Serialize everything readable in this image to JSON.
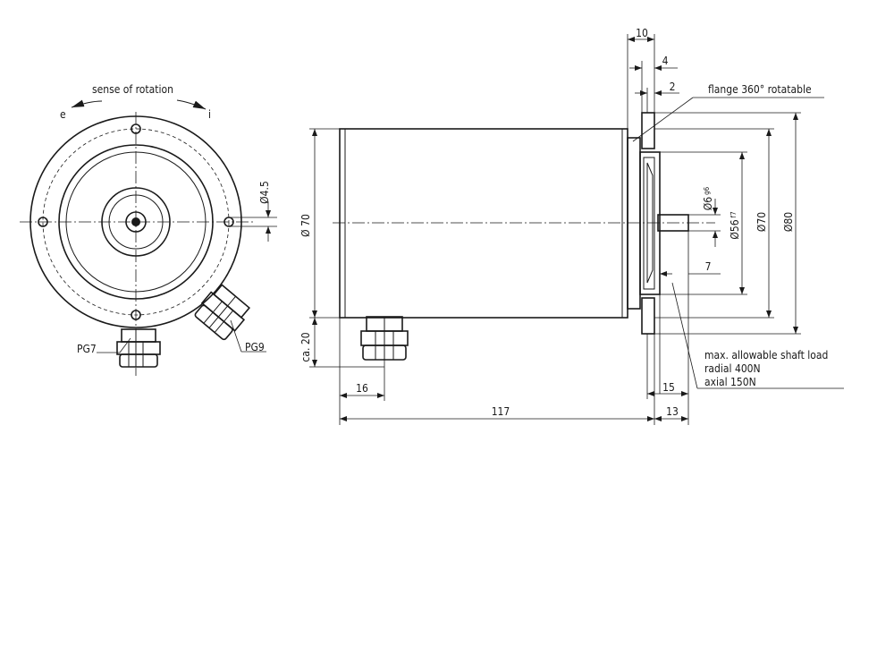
{
  "colors": {
    "body_fill": "#d9d9d9",
    "line": "#1a1a1a",
    "background": "#ffffff"
  },
  "front_view": {
    "rotation_label": "sense of rotation",
    "dir_left": "e",
    "dir_right": "i",
    "hole_dim": "4.5",
    "gland_left_label": "PG7",
    "gland_right_label": "PG9"
  },
  "side_view": {
    "body_dia": "70",
    "cable_height": "ca. 20",
    "gland_offset": "16",
    "total_length": "117",
    "dim_10": "10",
    "dim_4": "4",
    "dim_2": "2",
    "flange_label": "flange 360° rotatable",
    "shaft_dia": "6",
    "shaft_tol": "g6",
    "spigot_dia": "56",
    "spigot_tol": "f7",
    "flange_inner_dia": "70",
    "flange_outer_dia": "80",
    "shaft_len_7": "7",
    "dim_15": "15",
    "dim_13": "13",
    "load_title": "max. allowable shaft load",
    "load_radial": "radial 400N",
    "load_axial": "axial 150N"
  }
}
